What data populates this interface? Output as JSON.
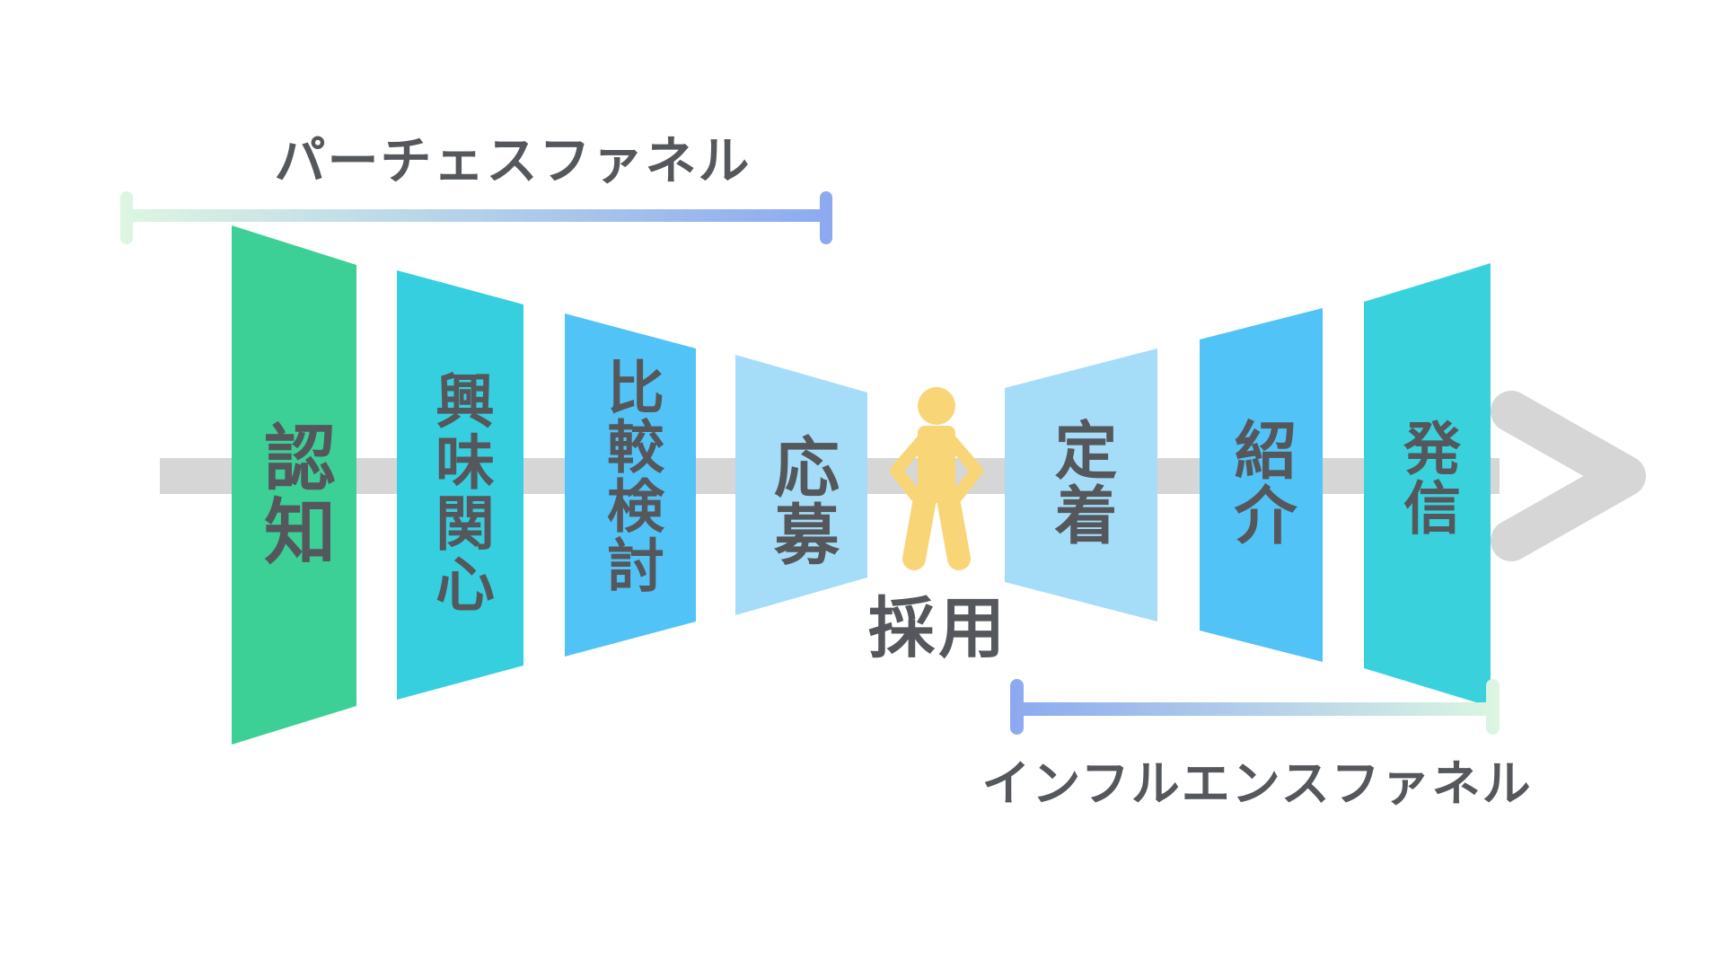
{
  "diagram": {
    "purchase_funnel_title": "パーチェスファネル",
    "influence_funnel_title": "インフルエンスファネル",
    "center_label": "採用",
    "stages": [
      {
        "label": "認知",
        "color": "#3CCF96"
      },
      {
        "label": "興味関心",
        "color": "#36CFE0"
      },
      {
        "label": "比較検討",
        "color": "#52C3F7"
      },
      {
        "label": "応募",
        "color": "#A5DDF8"
      },
      {
        "label": "定着",
        "color": "#A5DDF8"
      },
      {
        "label": "紹介",
        "color": "#52C3F7"
      },
      {
        "label": "発信",
        "color": "#39D2DC"
      }
    ],
    "colors": {
      "arrow_gray": "#D6D6D6",
      "person_yellow": "#F8D677",
      "text_dark": "#54575C",
      "bracket_mint": "#DCF6E2",
      "bracket_periwinkle": "#8CA9F0"
    }
  }
}
